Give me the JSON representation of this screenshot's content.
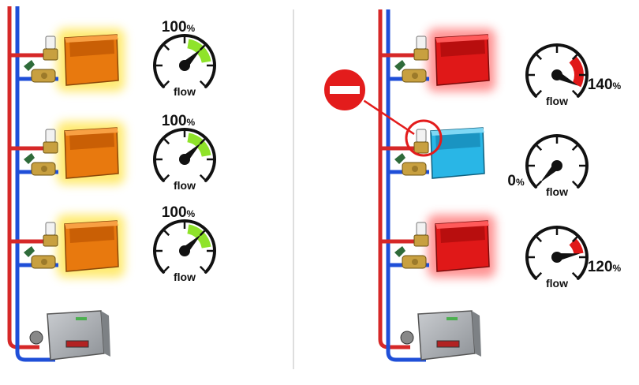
{
  "gauge_label": "flow",
  "percent_sign": "%",
  "colors": {
    "supply_pipe": "#d62828",
    "return_pipe": "#1f4fd8",
    "radiator_balanced": "#e8790e",
    "radiator_overheated": "#e01818",
    "radiator_cold": "#29b6e6",
    "gauge_ok_zone": "#8fe32a",
    "gauge_excess_zone": "#e01818",
    "no_entry_sign": "#e31c1c"
  },
  "panels": [
    {
      "id": "left",
      "radiators": [
        {
          "state": "balanced",
          "flow": 100,
          "flow_label": "100"
        },
        {
          "state": "balanced",
          "flow": 100,
          "flow_label": "100"
        },
        {
          "state": "balanced",
          "flow": 100,
          "flow_label": "100"
        }
      ]
    },
    {
      "id": "right",
      "radiators": [
        {
          "state": "overheated",
          "flow": 140,
          "flow_label": "140"
        },
        {
          "state": "blocked",
          "flow": 0,
          "flow_label": "0"
        },
        {
          "state": "overheated",
          "flow": 120,
          "flow_label": "120"
        }
      ]
    }
  ]
}
